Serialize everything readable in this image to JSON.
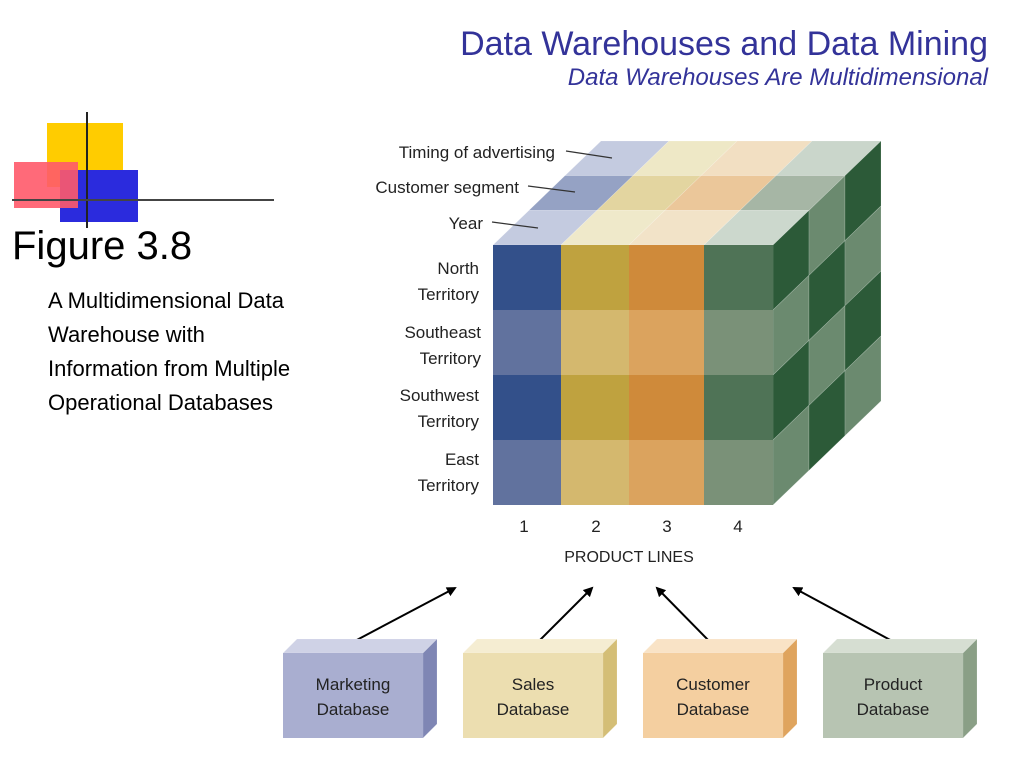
{
  "header": {
    "title": "Data Warehouses and Data Mining",
    "subtitle": "Data Warehouses Are Multidimensional"
  },
  "figure": {
    "number": "Figure 3.8",
    "caption": "A Multidimensional Data Warehouse with Information from Multiple Operational Databases"
  },
  "cube": {
    "depth_labels": [
      "Timing of advertising",
      "Customer segment",
      "Year"
    ],
    "rows": [
      [
        "North",
        "Territory"
      ],
      [
        "Southeast",
        "Territory"
      ],
      [
        "Southwest",
        "Territory"
      ],
      [
        "East",
        "Territory"
      ]
    ],
    "columns": [
      "1",
      "2",
      "3",
      "4"
    ],
    "axis_label": "PRODUCT LINES"
  },
  "databases": [
    [
      "Marketing",
      "Database"
    ],
    [
      "Sales",
      "Database"
    ],
    [
      "Customer",
      "Database"
    ],
    [
      "Product",
      "Database"
    ]
  ],
  "colors": {
    "title": "#333399",
    "blue": "#33508a",
    "blue_light": "#61729e",
    "gold": "#bfa23f",
    "gold_light": "#d4b86e",
    "orange": "#cf8a3a",
    "orange_light": "#dba35e",
    "green": "#4f7356",
    "green_light": "#7a9178"
  }
}
